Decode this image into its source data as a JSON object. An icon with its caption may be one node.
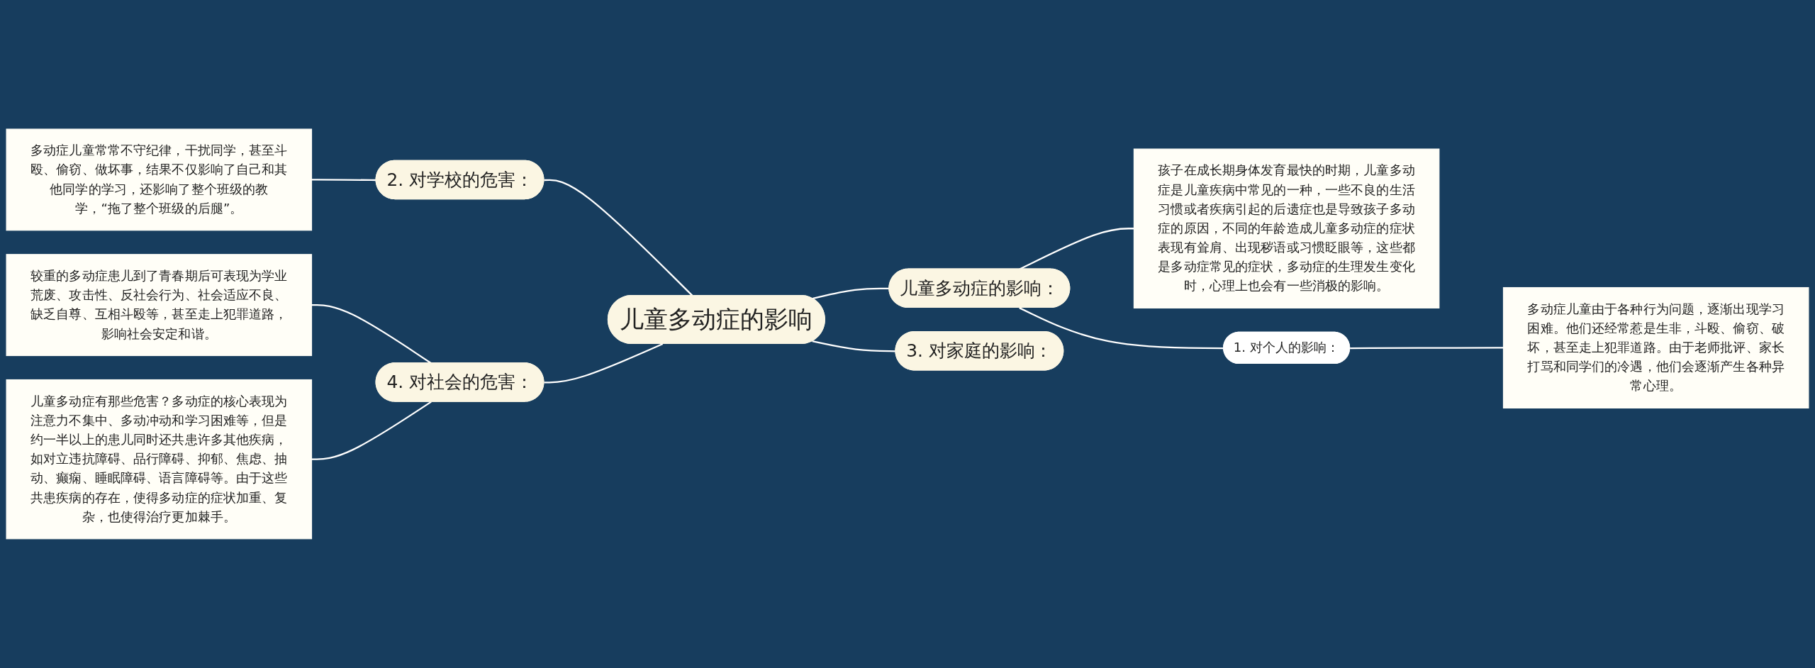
{
  "diagram": {
    "nodes": [
      {
        "text": [
          "儿童多动症的影响"
        ]
      },
      {
        "text": [
          "儿童多动症的影响："
        ]
      },
      {
        "text": [
          "孩子在成长期身体发育最快的时期，儿童多动症是儿童疾病中常见的一种，一些不良的生活习惯或者疾病引起的后遗症也是导致孩子多动症的原因，不同的年龄造成儿童多动症的症状表现有耸肩、出现秽语或习惯眨眼等，这些都是多动症常见的症状，多动症的生理发生变化时，心理上也会有一些消极的影响。"
        ]
      },
      {
        "text": [
          "1. 对个人的影响："
        ]
      },
      {
        "text": [
          "多动症儿童由于各种行为问题，逐渐出现学习困难。他们还经常惹是生非，斗殴、偷窃、破坏，甚至走上犯罪道路。由于老师批评、家长打骂和同学们的冷遇，他们会逐渐产生各种异常心理。"
        ]
      },
      {
        "text": [
          "3. 对家庭的影响："
        ]
      },
      {
        "text": [
          "2. 对学校的危害："
        ]
      },
      {
        "text": [
          "多动症儿童常常不守纪律，干扰同学，甚至斗殴、偷窃、做坏事，结果不仅影响了自己和其他同学的学习，还影响了整个班级的教学，“拖了整个班级的后腿”。"
        ]
      },
      {
        "text": [
          "4. 对社会的危害："
        ]
      },
      {
        "text": [
          "较重的多动症患儿到了青春期后可表现为学业荒废、攻击性、反社会行为、社会适应不良、缺乏自尊、互相斗殴等，甚至走上犯罪道路，影响社会安定和谐。"
        ]
      },
      {
        "text": [
          "儿童多动症有那些危害？多动症的核心表现为注意力不集中、多动冲动和学习困难等，但是约一半以上的患儿同时还共患许多其他疾病，如对立违抗障碍、品行障碍、抑郁、焦虑、抽动、癫痫、睡眠障碍、语言障碍等。由于这些共患疾病的存在，使得多动症的症状加重、复杂，也使得治疗更加棘手。"
        ]
      }
    ],
    "edges": [
      {
        "from": 0,
        "to": 1,
        "arrow": "none"
      },
      {
        "from": 1,
        "to": 2,
        "arrow": "none"
      },
      {
        "from": 1,
        "to": 3,
        "arrow": "none"
      },
      {
        "from": 3,
        "to": 4,
        "arrow": "none"
      },
      {
        "from": 0,
        "to": 5,
        "arrow": "none"
      },
      {
        "from": 0,
        "to": 6,
        "arrow": "none"
      },
      {
        "from": 6,
        "to": 7,
        "arrow": "none"
      },
      {
        "from": 0,
        "to": 8,
        "arrow": "none"
      },
      {
        "from": 8,
        "to": 9,
        "arrow": "none"
      },
      {
        "from": 8,
        "to": 10,
        "arrow": "none"
      }
    ]
  }
}
